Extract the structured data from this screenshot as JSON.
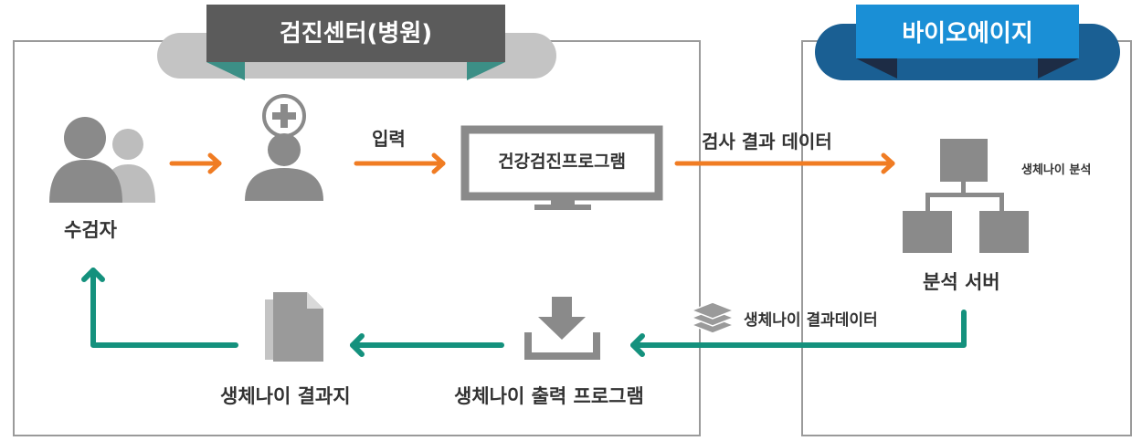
{
  "hospital": {
    "title": "검진센터(병원)"
  },
  "bioage": {
    "title": "바이오에이지"
  },
  "nodes": {
    "examinee": "수검자",
    "program": "건강검진프로그램",
    "server": "분석 서버",
    "server_note": "생체나이 분석",
    "output_program": "생체나이 출력 프로그램",
    "result_sheet": "생체나이 결과지"
  },
  "edges": {
    "input": "입력",
    "exam_results": "검사 결과 데이터",
    "bioage_results": "생체나이 결과데이터"
  },
  "colors": {
    "orange": "#f07c23",
    "teal": "#14917d",
    "gray_tab": "#5b5b5b",
    "blue_tab": "#1a8fd6",
    "icon_gray": "#8a8a8a"
  }
}
